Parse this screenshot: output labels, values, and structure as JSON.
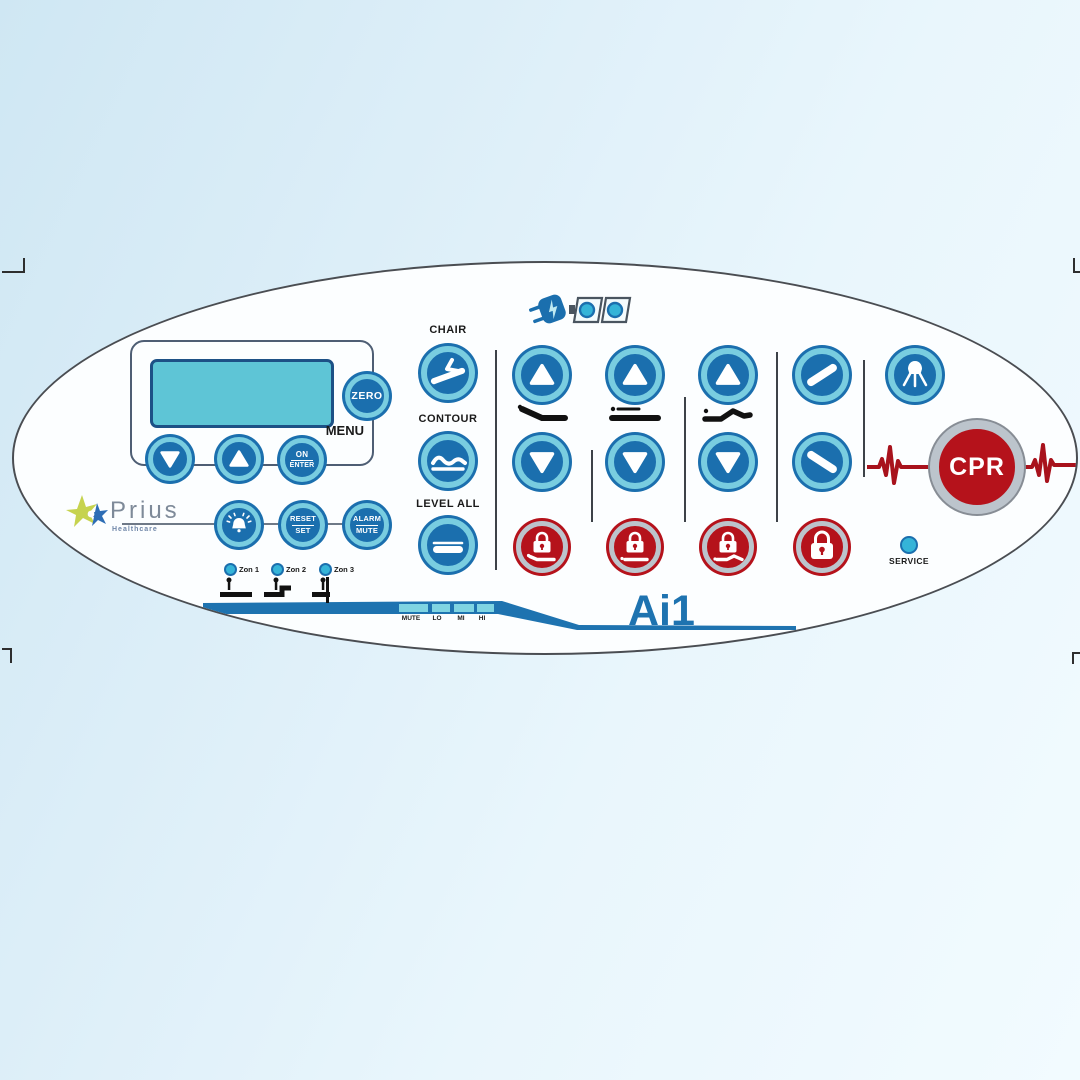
{
  "device": {
    "model": "Ai1",
    "brand": "Prius",
    "brand_tagline": "Healthcare"
  },
  "display_group": {
    "menu_label": "MENU",
    "zero_button": "ZERO",
    "on_enter_button": {
      "line1": "ON",
      "line2": "ENTER"
    }
  },
  "alarm_group": {
    "reset_button": {
      "line1": "RESET",
      "line2": "SET"
    },
    "alarm_button": {
      "line1": "ALARM",
      "line2": "MUTE"
    }
  },
  "zones": {
    "items": [
      {
        "label": "Zon 1"
      },
      {
        "label": "Zon 2"
      },
      {
        "label": "Zon 3"
      }
    ]
  },
  "presets": {
    "chair_label": "CHAIR",
    "contour_label": "CONTOUR",
    "level_all_label": "LEVEL ALL"
  },
  "cpr_label": "CPR",
  "service_label": "SERVICE",
  "volume_scale": {
    "labels": [
      "MUTE",
      "LO",
      "MI",
      "HI"
    ]
  },
  "colors": {
    "button_blue": "#1b6fae",
    "ring_cyan": "#79cde0",
    "alert_red": "#b5121b",
    "ring_silver": "#bcc4cc",
    "swoosh_blue": "#1e73b0",
    "lcd_teal": "#5ec5d6",
    "panel_outline": "#4a4d52"
  }
}
